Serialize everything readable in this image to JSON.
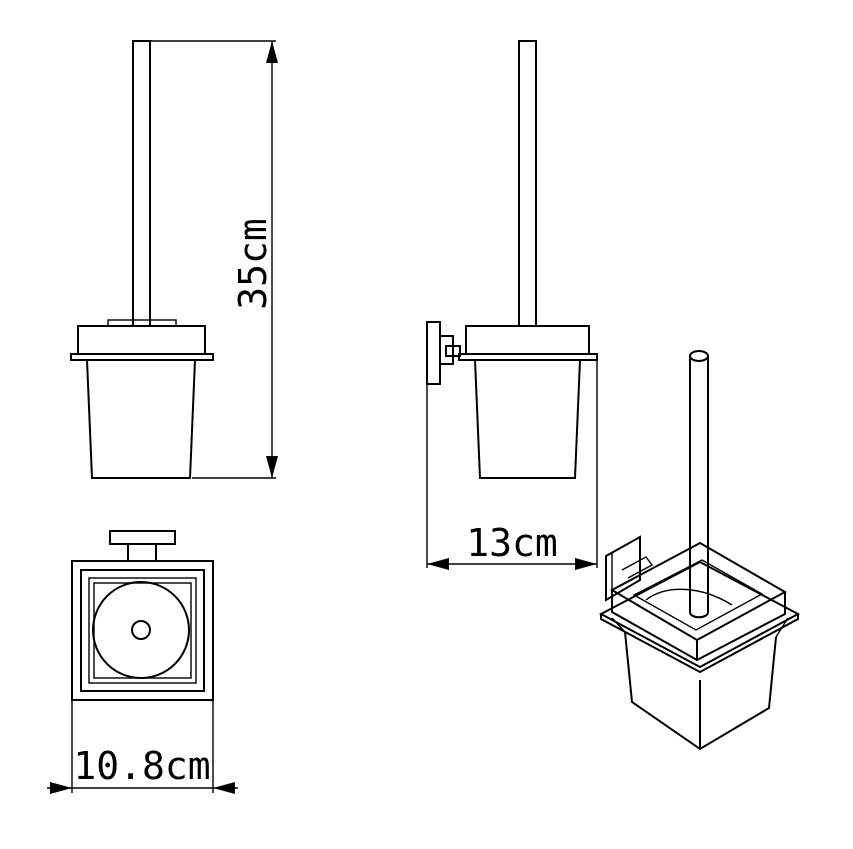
{
  "dimensions": {
    "height_label": "35cm",
    "depth_label": "13cm",
    "width_label": "10.8cm"
  },
  "colors": {
    "line": "#000000",
    "background": "#ffffff"
  }
}
